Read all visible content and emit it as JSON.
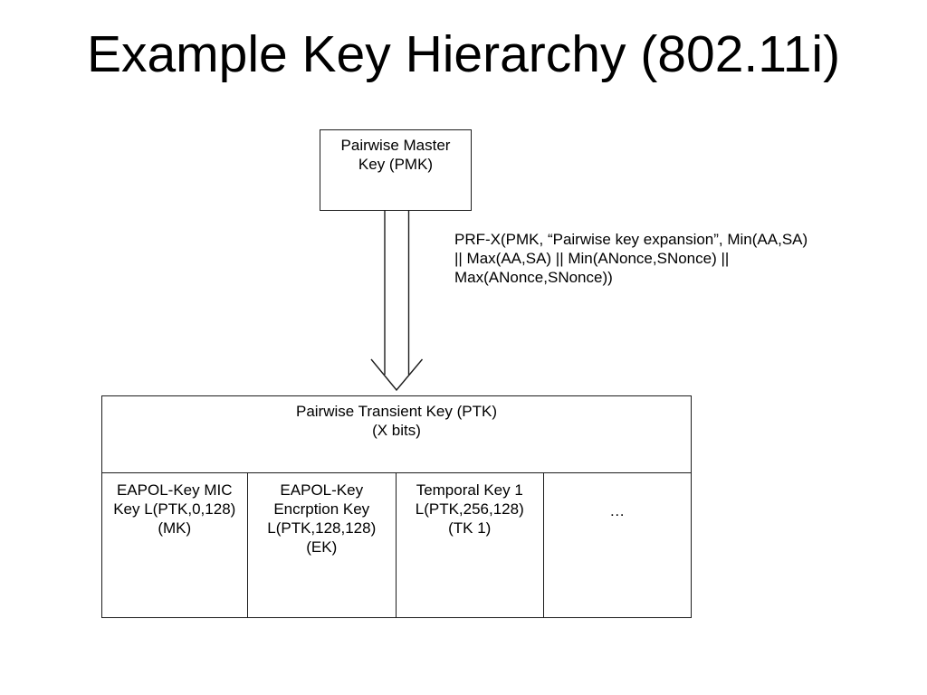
{
  "slide": {
    "title": "Example Key Hierarchy (802.11i)",
    "pmk_box": {
      "lines": [
        "Pairwise Master",
        "Key (PMK)"
      ]
    },
    "prf_note": {
      "lines": [
        "PRF-X(PMK, “Pairwise key expansion”, Min(AA,SA)",
        "|| Max(AA,SA) || Min(ANonce,SNonce) ||",
        "Max(ANonce,SNonce))"
      ]
    },
    "ptk_table": {
      "header": {
        "lines": [
          "Pairwise Transient Key (PTK)",
          "(X bits)"
        ]
      },
      "cells": [
        {
          "id": "eapol-key-mic-key",
          "lines": [
            "EAPOL-Key MIC",
            "Key L(PTK,0,128)",
            "(MK)"
          ]
        },
        {
          "id": "eapol-key-encryption-key",
          "lines": [
            "EAPOL-Key",
            "Encrption Key",
            "L(PTK,128,128)",
            "(EK)"
          ]
        },
        {
          "id": "temporal-key-1",
          "lines": [
            "Temporal Key 1",
            "L(PTK,256,128)",
            "(TK 1)"
          ]
        },
        {
          "id": "more",
          "lines": [
            "…"
          ]
        }
      ]
    },
    "icons": {
      "arrow": "down-arrow-connector"
    },
    "colors": {
      "background": "#ffffff",
      "text": "#000000",
      "line": "#1c1c1c"
    }
  }
}
